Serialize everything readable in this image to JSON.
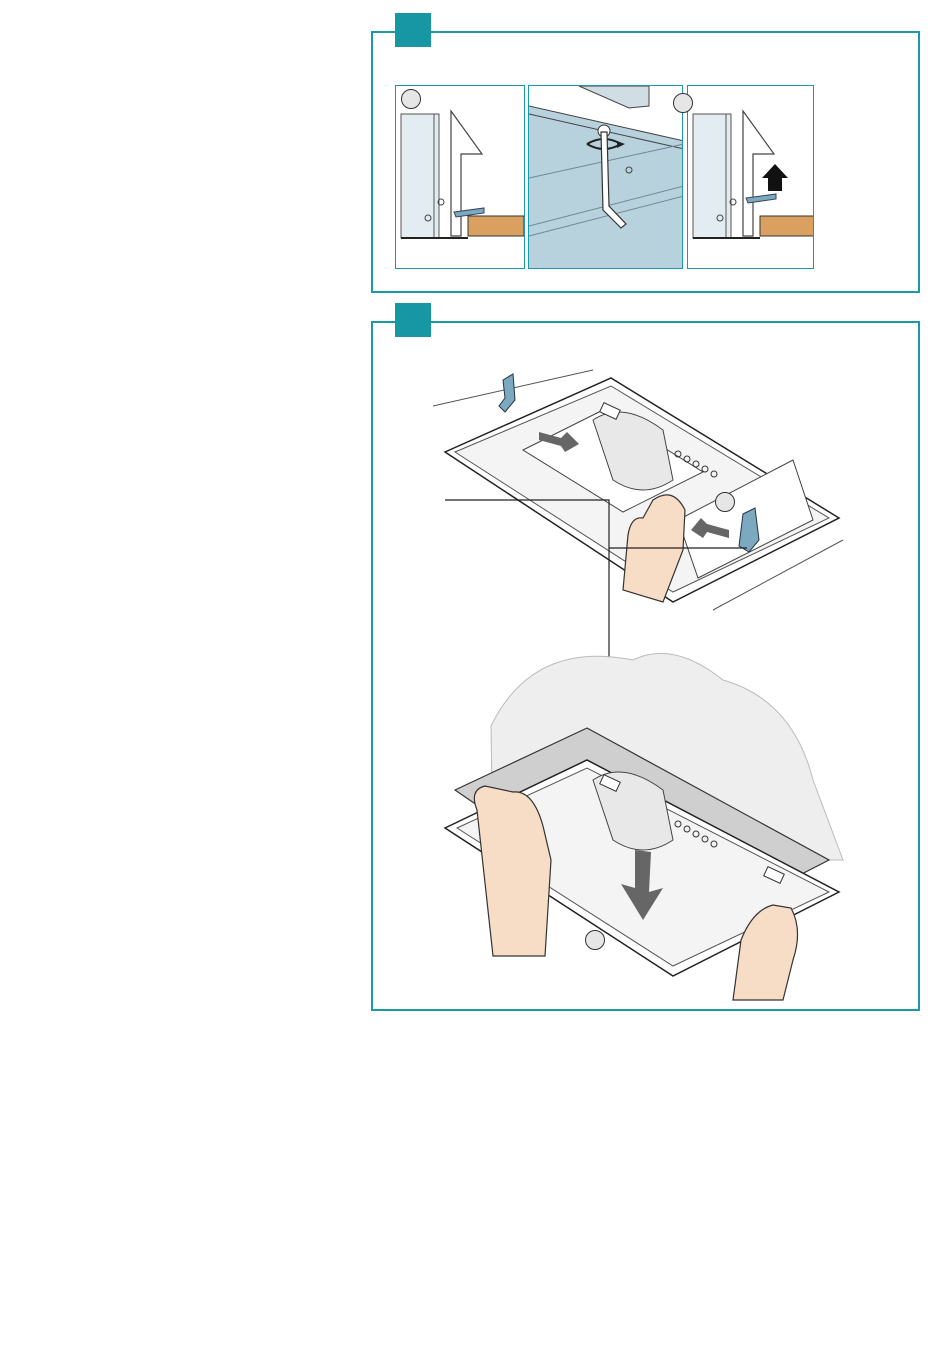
{
  "colors": {
    "accent": "#1796a4",
    "panel_border": "#1a9aa8",
    "light_blue_part": "#e3ecf1",
    "blue_fill": "#b7d1dd",
    "wood": "#d9a05f",
    "bracket": "#7ca9c0"
  },
  "step1": {
    "sub_figures": [
      {
        "marker": "circle",
        "content": "side-view-bracket-resting-on-worktop"
      },
      {
        "marker": "none",
        "content": "hex-key-turning-screw"
      },
      {
        "marker": "circle",
        "content": "side-view-bracket-lifted-arrow-up"
      }
    ]
  },
  "step2": {
    "figures": [
      {
        "marker": "circle",
        "content": "hood-underside-inserting-bracket"
      },
      {
        "marker": "circle",
        "content": "hood-pushed-up-into-cabinet-arrow-down"
      }
    ]
  }
}
